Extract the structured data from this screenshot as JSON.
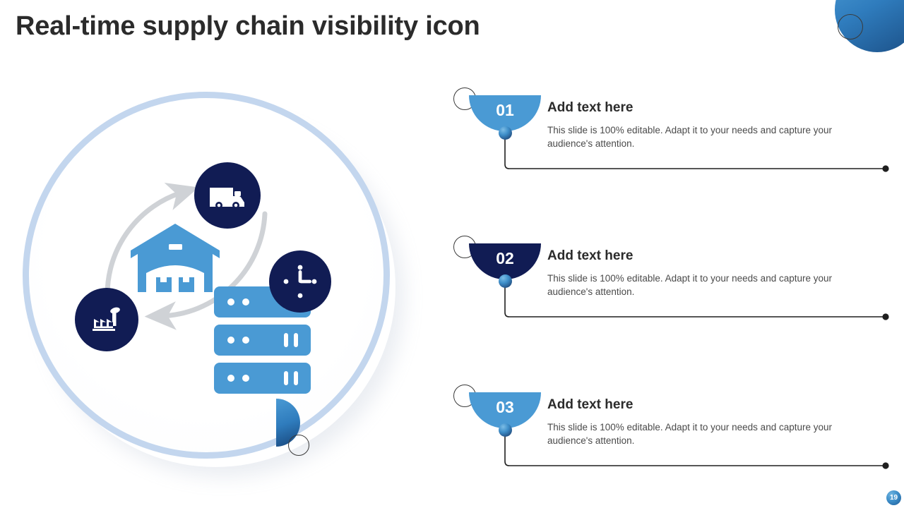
{
  "slide": {
    "title": "Real-time supply chain visibility icon",
    "page_number": "19"
  },
  "colors": {
    "navy": "#111c54",
    "blue": "#4a9ad4",
    "light_ring": "#c3d6ee",
    "title_text": "#2b2b2b",
    "body_text": "#4a4a4a",
    "connector": "#1f1f1f"
  },
  "illustration": {
    "name": "supply-chain-cycle-diagram",
    "icons": [
      {
        "name": "delivery-truck-icon",
        "label": "Delivery truck",
        "color": "#111c54"
      },
      {
        "name": "clock-icon",
        "label": "Clock",
        "color": "#111c54"
      },
      {
        "name": "factory-icon",
        "label": "Factory",
        "color": "#111c54"
      },
      {
        "name": "warehouse-icon",
        "label": "Warehouse",
        "color": "#4a9ad4"
      },
      {
        "name": "server-stack-icon",
        "label": "Server stack",
        "color": "#4a9ad4"
      }
    ],
    "cycle_arrows": 2
  },
  "items": [
    {
      "number": "01",
      "title": "Add text here",
      "description": "This slide is 100% editable. Adapt it to your needs and capture your audience's attention.",
      "badge_color": "#4a9ad4"
    },
    {
      "number": "02",
      "title": "Add text here",
      "description": "This slide is 100% editable. Adapt it to your needs and capture your audience's attention.",
      "badge_color": "#111c54"
    },
    {
      "number": "03",
      "title": "Add text here",
      "description": "This slide is 100% editable. Adapt it to your needs and capture your audience's attention.",
      "badge_color": "#4a9ad4"
    }
  ]
}
